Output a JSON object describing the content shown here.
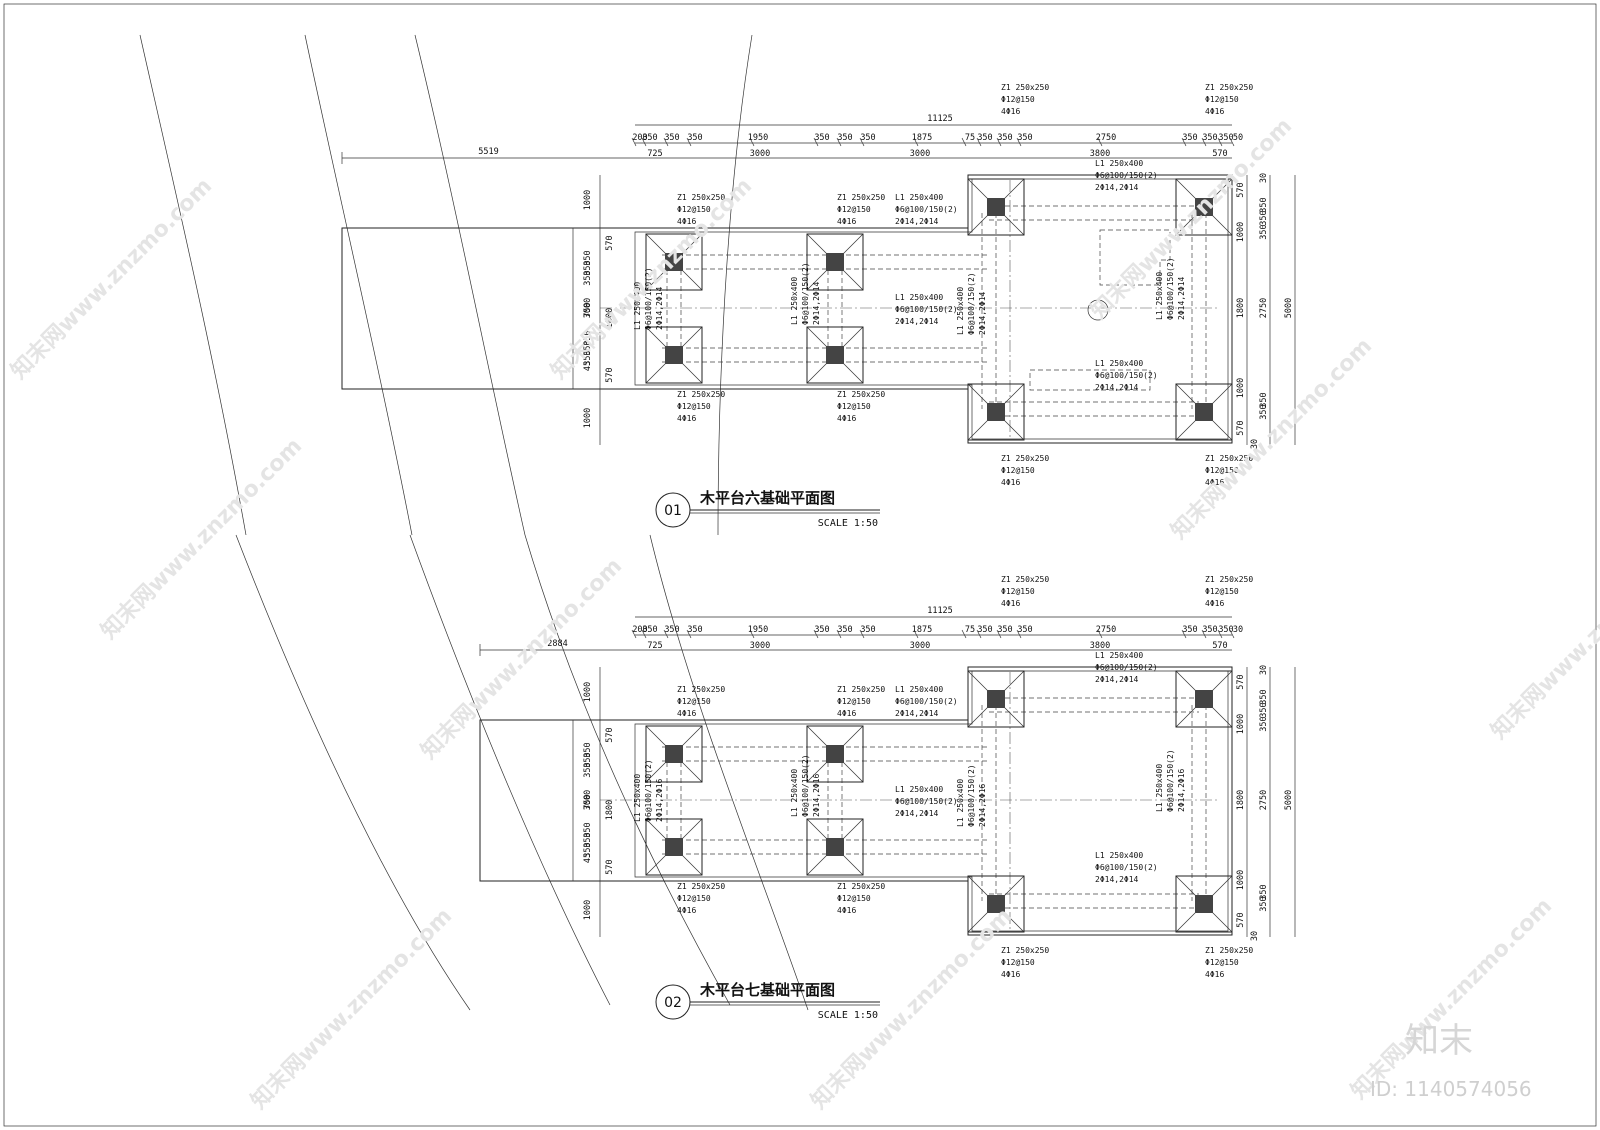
{
  "drawings": [
    {
      "number": "01",
      "title": "木平台六基础平面图",
      "scale": "SCALE 1:50",
      "overall_dim": "11125",
      "left_extent_dim": "5519",
      "top_dims_row1": [
        "200",
        "350",
        "350",
        "350",
        "1950",
        "350",
        "350",
        "350",
        "1875",
        "75",
        "350",
        "350",
        "350",
        "2750",
        "350",
        "350",
        "350",
        "50"
      ],
      "top_dims_row2": [
        "725",
        "3000",
        "3000",
        "3800",
        "570"
      ],
      "left_dims_outer": [
        "1000",
        "3000",
        "1000"
      ],
      "left_dims_inner": [
        "570",
        "350",
        "350",
        "350",
        "750",
        "1800",
        "350",
        "350",
        "350",
        "45",
        "570"
      ],
      "right_dims_inner": [
        "570",
        "350",
        "350",
        "350",
        "30",
        "1000",
        "1800",
        "1000",
        "350",
        "350",
        "570",
        "30"
      ],
      "right_dims_outer": [
        "2750",
        "5000"
      ],
      "column_label": [
        "Z1 250x250",
        "Φ12@150",
        "4Φ16"
      ],
      "beam_label": [
        "L1 250x400",
        "Φ6@100/150(2)",
        "2Φ14,2Φ14"
      ],
      "beam_label_vertical": [
        "L1 250x400",
        "Φ6@100/150(2)",
        "2Φ14,2Φ14"
      ]
    },
    {
      "number": "02",
      "title": "木平台七基础平面图",
      "scale": "SCALE 1:50",
      "overall_dim": "11125",
      "left_extent_dim": "2884",
      "top_dims_row1": [
        "200",
        "350",
        "350",
        "350",
        "1950",
        "350",
        "350",
        "350",
        "1875",
        "75",
        "350",
        "350",
        "350",
        "2750",
        "350",
        "350",
        "350",
        "30"
      ],
      "top_dims_row2": [
        "725",
        "3000",
        "3000",
        "3800",
        "570"
      ],
      "left_dims_outer": [
        "1000",
        "3000",
        "1000"
      ],
      "left_dims_inner": [
        "570",
        "350",
        "350",
        "350",
        "750",
        "1800",
        "350",
        "350",
        "350",
        "45",
        "570"
      ],
      "right_dims_inner": [
        "570",
        "350",
        "350",
        "350",
        "30",
        "1000",
        "1800",
        "1000",
        "350",
        "350",
        "570",
        "30"
      ],
      "right_dims_outer": [
        "2750",
        "5000"
      ],
      "column_label": [
        "Z1 250x250",
        "Φ12@150",
        "4Φ16"
      ],
      "beam_label": [
        "L1 250x400",
        "Φ6@100/150(2)",
        "2Φ14,2Φ14"
      ],
      "beam_label_vertical": [
        "L1 250x400",
        "Φ6@100/150(2)",
        "2Φ14,2Φ16"
      ]
    }
  ],
  "watermark": {
    "text": "知末网www.znzmo.com",
    "logo": "知末",
    "id": "ID: 1140574056"
  }
}
